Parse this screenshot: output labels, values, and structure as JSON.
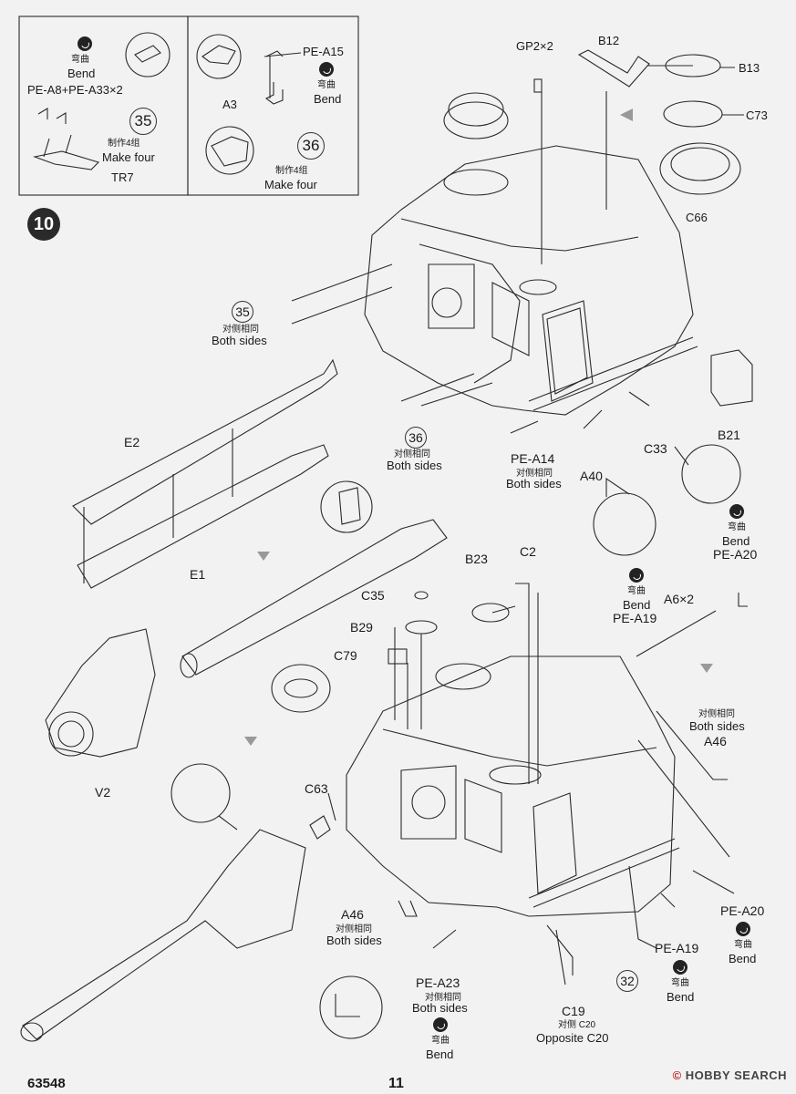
{
  "page": {
    "code": "63548",
    "number": "11",
    "step": "10"
  },
  "watermark": {
    "text": "HOBBY SEARCH",
    "copyright": "©"
  },
  "inset_a": {
    "bend_cn": "弯曲",
    "bend_en": "Bend",
    "parts": "PE-A8+PE-A33×2",
    "sub": "35",
    "make_cn": "制作4组",
    "make_en": "Make four",
    "tr": "TR7"
  },
  "inset_b": {
    "pe": "PE-A15",
    "bend_cn": "弯曲",
    "bend_en": "Bend",
    "a3": "A3",
    "sub": "36",
    "make_cn": "制作4组",
    "make_en": "Make four"
  },
  "labels": {
    "gp2": "GP2×2",
    "b12": "B12",
    "b13": "B13",
    "c73": "C73",
    "c66": "C66",
    "b21": "B21",
    "c33": "C33",
    "a40": "A40",
    "pe_a14": "PE-A14",
    "both_cn": "对侧相同",
    "both_en": "Both sides",
    "e2": "E2",
    "e1": "E1",
    "v2": "V2",
    "b23": "B23",
    "c2": "C2",
    "c35": "C35",
    "b29": "B29",
    "c79": "C79",
    "c63": "C63",
    "a6": "A6×2",
    "pe_a19": "PE-A19",
    "pe_a20": "PE-A20",
    "a46": "A46",
    "pe_a23": "PE-A23",
    "c19": "C19",
    "opp_cn": "对侧 C20",
    "opp_en": "Opposite C20",
    "bend_cn": "弯曲",
    "bend_en": "Bend",
    "n35": "35",
    "n36": "36",
    "n32": "32"
  },
  "colors": {
    "ink": "#1a1a1a",
    "paper": "#f2f2f2",
    "arrow": "#999999"
  }
}
